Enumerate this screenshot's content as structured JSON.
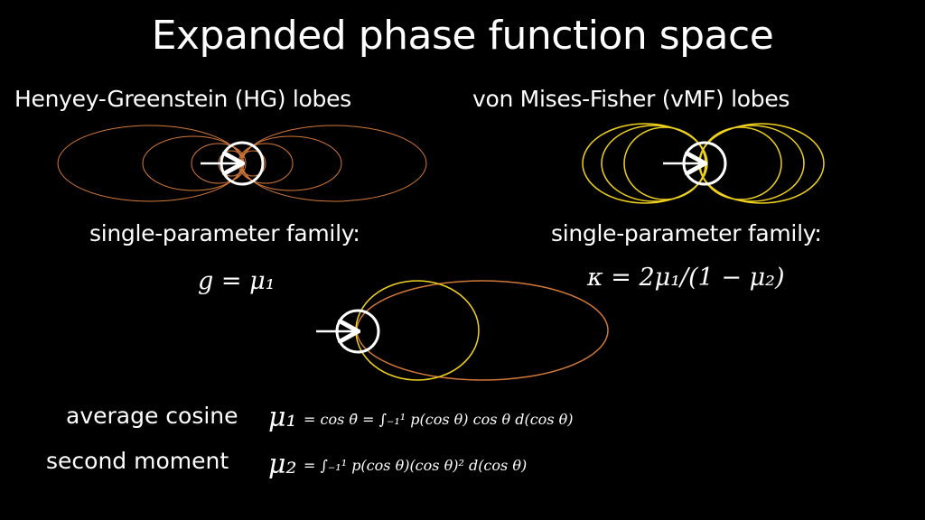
{
  "title": "Expanded phase function space",
  "hg": {
    "heading": "Henyey-Greenstein (HG) lobes",
    "family_label": "single-parameter family:",
    "param_formula": "g = μ₁"
  },
  "vmf": {
    "heading": "von Mises-Fisher (vMF) lobes",
    "family_label": "single-parameter family:",
    "param_formula": "κ = 2μ₁/(1 − μ₂)"
  },
  "moments": {
    "avg_label": "average cosine",
    "avg_symbol": "μ₁",
    "avg_formula": "= cos θ̄ = ∫₋₁¹ p(cos θ) cos θ d(cos θ)",
    "second_label": "second moment",
    "second_symbol": "μ₂",
    "second_formula": "= ∫₋₁¹ p(cos θ)(cos θ)² d(cos θ)"
  },
  "colors": {
    "background": "#000000",
    "hg_lobe": "#d2793a",
    "vmf_lobe": "#f0d21e",
    "circle": "#ffffff"
  }
}
